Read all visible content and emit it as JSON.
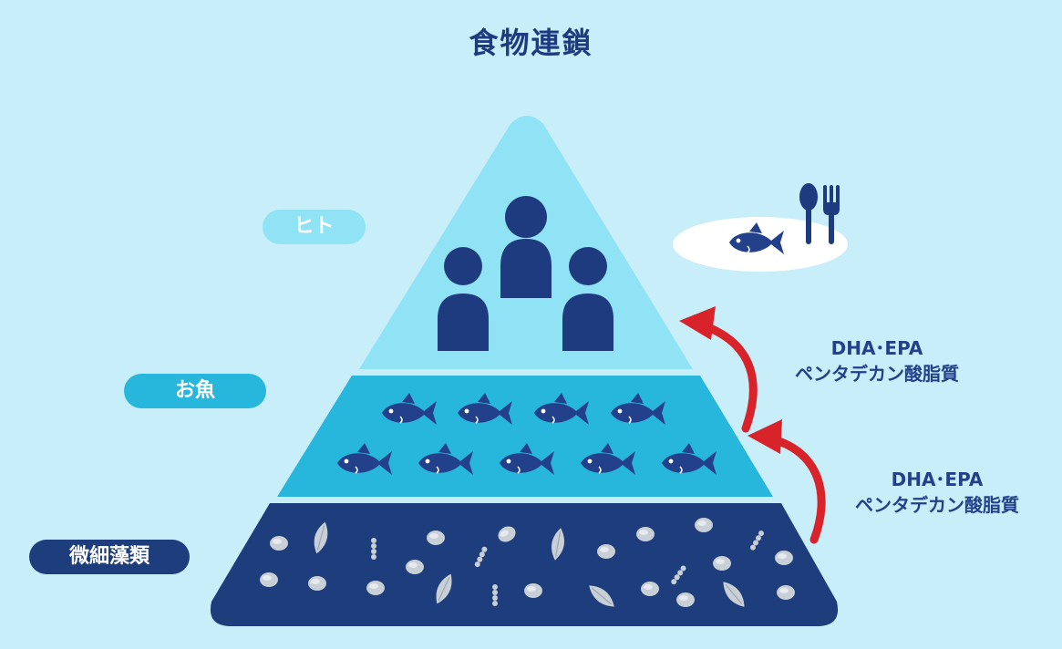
{
  "title": "食物連鎖",
  "levels": {
    "human": "ヒト",
    "fish": "お魚",
    "algae": "微細藻類"
  },
  "nutrient_labels": [
    {
      "line1": "DHA･EPA",
      "line2": "ペンタデカン酸脂質"
    },
    {
      "line1": "DHA･EPA",
      "line2": "ペンタデカン酸脂質"
    }
  ],
  "colors": {
    "background": "#c8eefa",
    "tier_top": "#8fe3f5",
    "tier_middle": "#27b6dc",
    "tier_bottom": "#1d3d7c",
    "navy": "#23418a",
    "arrow": "#d8232a",
    "algae": "#c9cfd6"
  },
  "icons": [
    "people-icon",
    "fish-icon",
    "algae-icon",
    "plate-icon",
    "spoon-icon",
    "fork-icon",
    "arrow-icon"
  ]
}
